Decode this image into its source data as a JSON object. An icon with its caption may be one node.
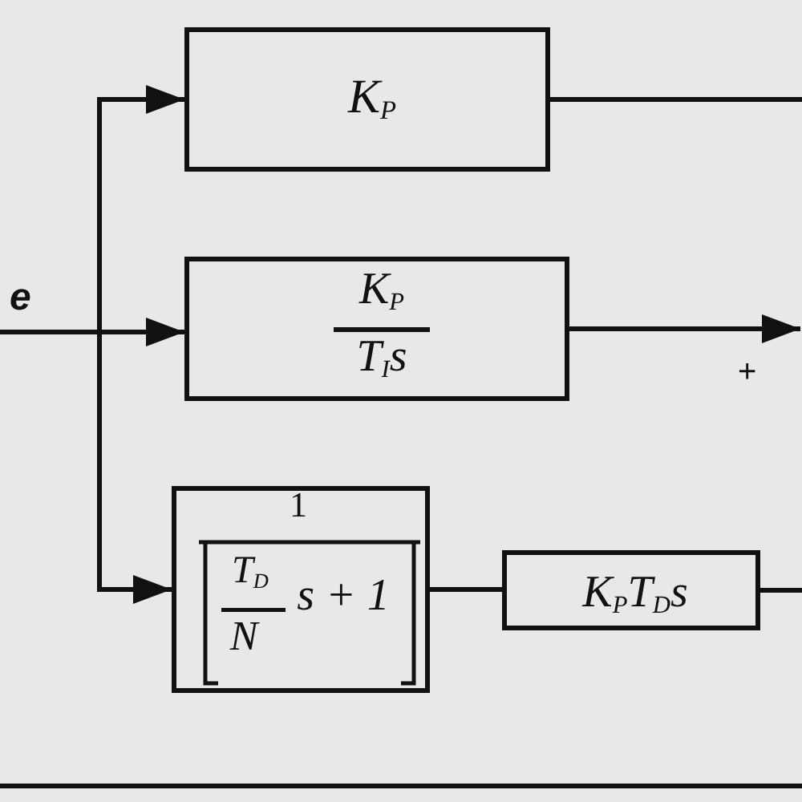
{
  "diagram": {
    "nodes": [
      {
        "text": [
          "K$_{P}$"
        ]
      },
      {
        "text": [
          "K$_{P}$",
          "T$_{I}$s"
        ]
      },
      {
        "text": [
          "1",
          "T$_{D}$",
          "N",
          "s + 1"
        ]
      },
      {
        "text": [
          "K$_{P}$T$_{D}$s"
        ]
      }
    ],
    "edges": [
      {
        "from": null,
        "to": 0,
        "arrow": "to"
      },
      {
        "from": null,
        "to": 1,
        "arrow": "to"
      },
      {
        "from": null,
        "to": 2,
        "arrow": "to"
      },
      {
        "from": 2,
        "to": 3,
        "arrow": "none"
      },
      {
        "from": 0,
        "to": null,
        "arrow": "none"
      },
      {
        "from": 1,
        "to": null,
        "arrow": "to"
      },
      {
        "from": 3,
        "to": null,
        "arrow": "none"
      }
    ],
    "labels": [
      "e",
      "+"
    ]
  }
}
